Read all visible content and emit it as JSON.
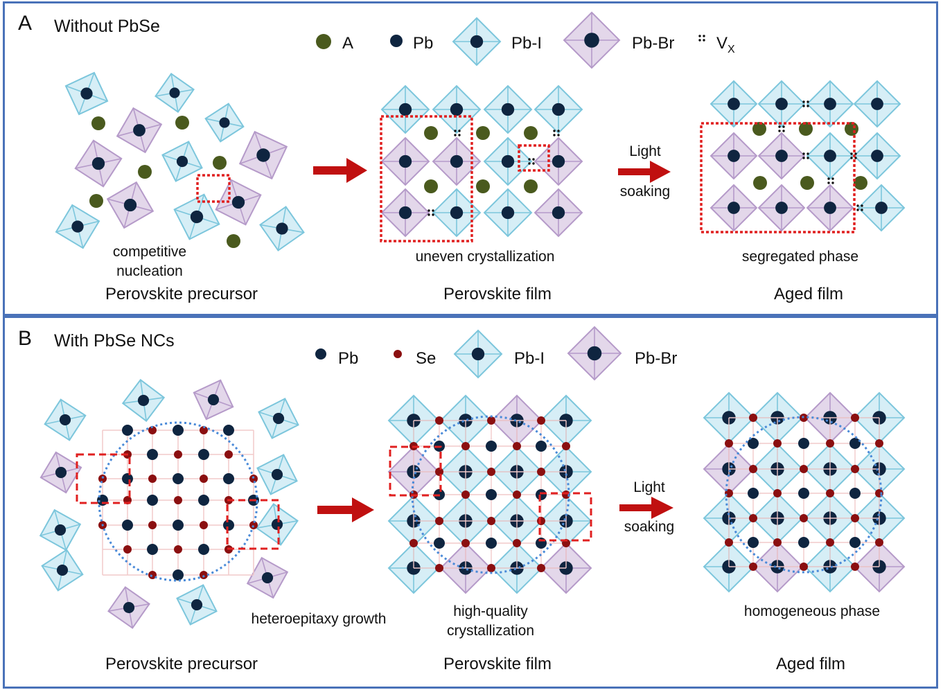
{
  "panel_a": {
    "letter": "A",
    "title": "Without PbSe",
    "legend": {
      "a": "A",
      "pb": "Pb",
      "pbi": "Pb-I",
      "pbbr": "Pb-Br",
      "vacancy_main": "V",
      "vacancy_sub": "X"
    },
    "precursor_caption": "Perovskite precursor",
    "precursor_note_1": "competitive",
    "precursor_note_2": "nucleation",
    "film_caption": "Perovskite film",
    "film_note": "uneven crystallization",
    "aged_caption": "Aged film",
    "aged_note": "segregated phase",
    "light_1": "Light",
    "light_2": "soaking"
  },
  "panel_b": {
    "letter": "B",
    "title": "With PbSe NCs",
    "legend": {
      "pb": "Pb",
      "se": "Se",
      "pbi": "Pb-I",
      "pbbr": "Pb-Br"
    },
    "precursor_caption": "Perovskite precursor",
    "precursor_note": "heteroepitaxy growth",
    "film_caption": "Perovskite film",
    "film_note_1": "high-quality",
    "film_note_2": "crystallization",
    "aged_caption": "Aged film",
    "aged_note": "homogeneous phase",
    "light_1": "Light",
    "light_2": "soaking"
  },
  "colors": {
    "border": "#4a72b8",
    "pbi_fill": "#d6eef6",
    "pbi_stroke": "#7cc6dc",
    "pbbr_fill": "#e3d7ea",
    "pbbr_stroke": "#b59ac9",
    "pb": "#0f2540",
    "a_site": "#4a5a1e",
    "se": "#8b0f10",
    "arrow": "#c01010",
    "dashed_box": "#e02020",
    "nc_circle": "#4a8ad8"
  }
}
